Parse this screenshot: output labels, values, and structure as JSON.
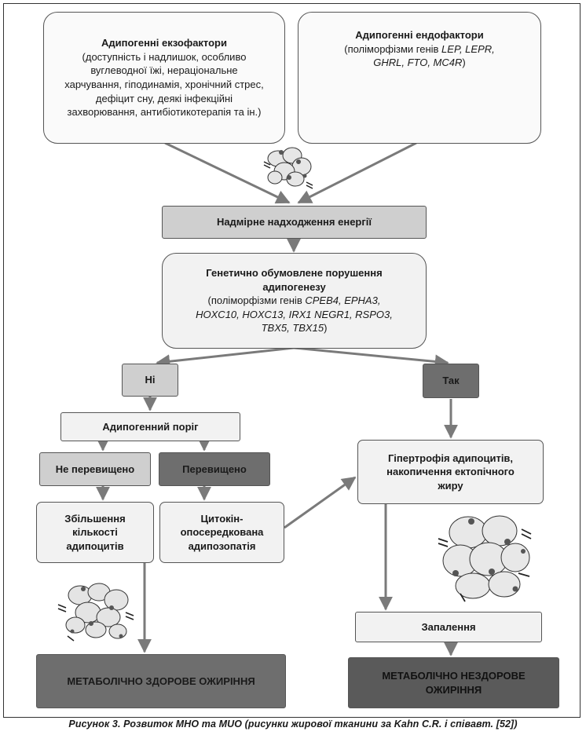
{
  "exo": {
    "title": "Адипогенні екзофактори",
    "lines": [
      "(доступність і надлишок, особливо",
      "вуглеводної  їжі, нераціональне",
      "харчування, гіподинамія, хронічний стрес,",
      "дефіцит сну, деякі інфекційні",
      "захворювання, антибіотикотерапія та ін.)"
    ]
  },
  "endo": {
    "title": "Адипогенні ендофактори",
    "line1_prefix": "(поліморфізми генів ",
    "line1_genes": "LEP, LEPR,",
    "line2_genes": "GHRL, FTO, MC4R",
    "line2_suffix": ")"
  },
  "energy": {
    "label": "Надмірне надходження енергії"
  },
  "genetic": {
    "title_line1": "Генетично обумовлене порушення",
    "title_line2": "адипогенезу",
    "genes_prefix": "(поліморфізми генів ",
    "genes_line1": "CPEB4, EPHA3,",
    "genes_line2": "HOXC10, HOXC13, IRX1 NEGR1, RSPO3,",
    "genes_line3": "TBX5, TBX15",
    "genes_suffix": ")"
  },
  "no": {
    "label": "Ні"
  },
  "yes": {
    "label": "Так"
  },
  "threshold": {
    "label": "Адипогенний поріг"
  },
  "not_exceeded": {
    "label": "Не перевищено"
  },
  "exceeded": {
    "label": "Перевищено"
  },
  "increase": {
    "lines": [
      "Збільшення",
      "кількості",
      "адипоцитів"
    ]
  },
  "cytokine": {
    "lines": [
      "Цитокін-",
      "опосередкована",
      "адипозопатія"
    ]
  },
  "hypertrophy": {
    "lines": [
      "Гіпертрофія адипоцитів,",
      "накопичення ектопічного",
      "жиру"
    ]
  },
  "inflammation": {
    "label": "Запалення"
  },
  "healthy": {
    "label": "МЕТАБОЛІЧНО ЗДОРОВЕ ОЖИРІННЯ"
  },
  "unhealthy": {
    "lines": [
      "МЕТАБОЛІЧНО НЕЗДОРОВЕ",
      "ОЖИРІННЯ"
    ]
  },
  "caption": "Рисунок 3. Розвиток МНО та МUО (рисунки жирової тканини за Kahn C.R. і співавт. [52])",
  "colors": {
    "arrow": "#7a7a7a",
    "border": "#555555",
    "dark_box": "#6e6e6e",
    "mid_box": "#cfcfcf"
  }
}
